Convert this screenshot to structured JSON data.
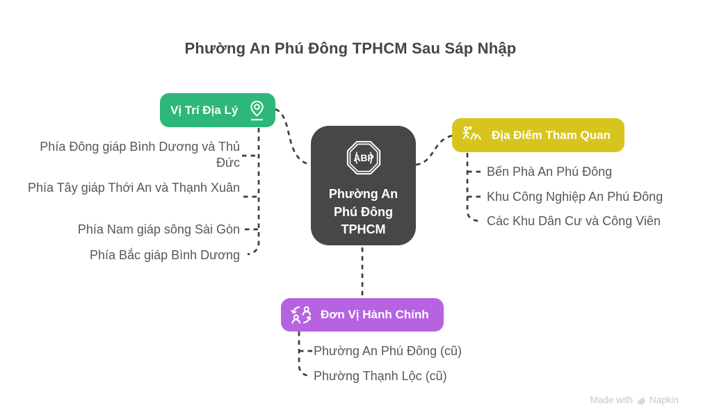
{
  "title": "Phường An Phú Đông TPHCM Sau Sáp Nhập",
  "center": {
    "label": "Phường An Phú Đông TPHCM",
    "icon_text": "ABP",
    "color": "#474747"
  },
  "branches": {
    "location": {
      "label": "Vị Trí Địa Lý",
      "color": "#2db77b",
      "icon": "map-pin-icon",
      "items": [
        "Phía Đông giáp Bình Dương và Thủ Đức",
        "Phía Tây giáp Thới An và Thạnh Xuân",
        "Phía Nam giáp sông Sài Gòn",
        "Phía Bắc giáp Bình Dương"
      ]
    },
    "attractions": {
      "label": "Địa Điểm Tham Quan",
      "color": "#d7c51d",
      "icon": "hiking-trail-icon",
      "items": [
        "Bến Phà An Phú Đông",
        "Khu Công Nghiệp An Phú Đông",
        "Các Khu Dân Cư và Công Viên"
      ]
    },
    "admin": {
      "label": "Đơn Vị Hành Chính",
      "color": "#b763e1",
      "icon": "people-swap-icon",
      "items": [
        "Phường An Phú Đông (cũ)",
        "Phường Thạnh Lộc (cũ)"
      ]
    }
  },
  "watermark": {
    "prefix": "Made with",
    "brand": "Napkin"
  }
}
